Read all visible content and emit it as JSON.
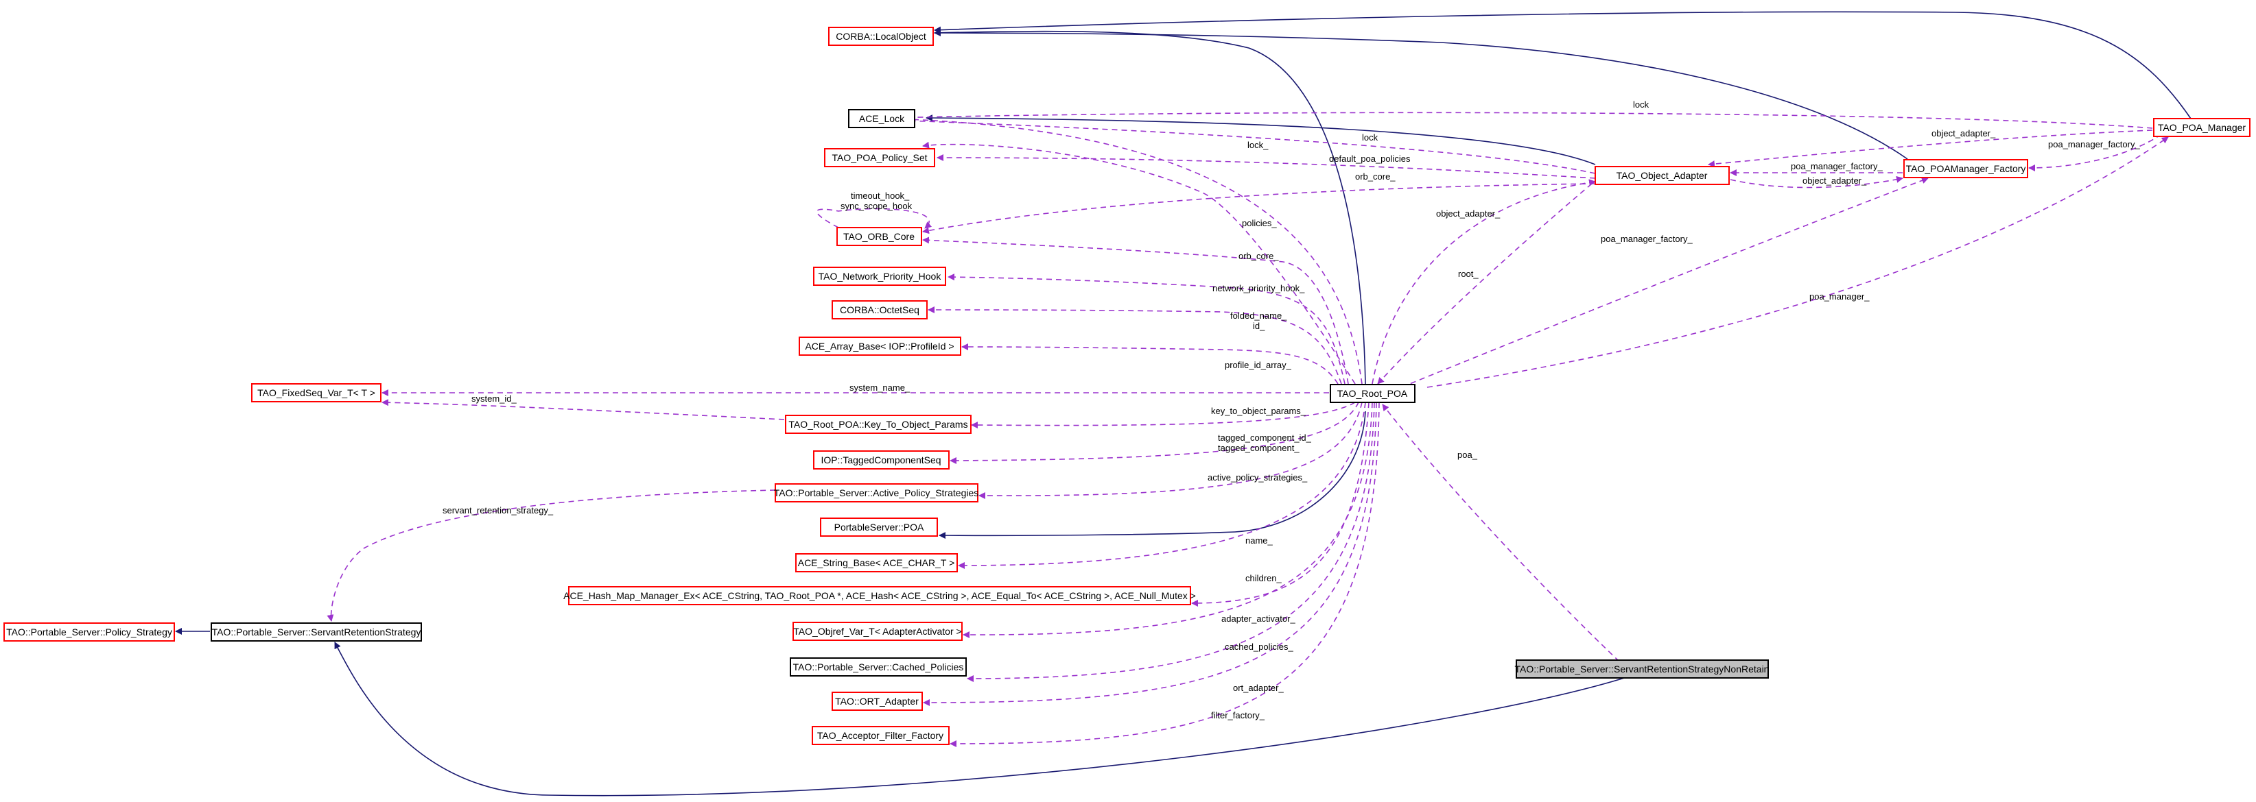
{
  "colors": {
    "inheritance": "#191970",
    "usage": "#9a32cd",
    "node_border_red": "#ff0000",
    "node_border_black": "#000000",
    "highlight_fill": "#bfbfbf"
  },
  "nodes": {
    "corba_localobject": "CORBA::LocalObject",
    "ace_lock": "ACE_Lock",
    "policy_set": "TAO_POA_Policy_Set",
    "orb_core": "TAO_ORB_Core",
    "network_priority_hook": "TAO_Network_Priority_Hook",
    "octetseq": "CORBA::OctetSeq",
    "array_base": "ACE_Array_Base< IOP::ProfileId >",
    "fixedseq": "TAO_FixedSeq_Var_T< T >",
    "key_params": "TAO_Root_POA::Key_To_Object_Params",
    "tagged_component_seq": "IOP::TaggedComponentSeq",
    "active_policy_strategies": "TAO::Portable_Server::Active_Policy_Strategies",
    "portableserver_poa": "PortableServer::POA",
    "string_base": "ACE_String_Base< ACE_CHAR_T >",
    "hash_map": "ACE_Hash_Map_Manager_Ex< ACE_CString, TAO_Root_POA *, ACE_Hash< ACE_CString >, ACE_Equal_To< ACE_CString >, ACE_Null_Mutex >",
    "objref_var": "TAO_Objref_Var_T< AdapterActivator >",
    "cached_policies": "TAO::Portable_Server::Cached_Policies",
    "ort_adapter": "TAO::ORT_Adapter",
    "acceptor_filter_factory": "TAO_Acceptor_Filter_Factory",
    "policy_strategy": "TAO::Portable_Server::Policy_Strategy",
    "servant_retention_strategy": "TAO::Portable_Server::ServantRetentionStrategy",
    "root_poa": "TAO_Root_POA",
    "object_adapter": "TAO_Object_Adapter",
    "poamanager_factory": "TAO_POAManager_Factory",
    "poa_manager": "TAO_POA_Manager",
    "nonretain": "TAO::Portable_Server::ServantRetentionStrategyNonRetain"
  },
  "labels": {
    "lock_1": "lock",
    "lock_2": "lock",
    "lock_3": "lock_",
    "object_adapter_1": "object_adapter_",
    "object_adapter_2": "object_adapter_",
    "object_adapter_3": "object_adapter_",
    "poa_manager_factory_1": "poa_manager_factory_",
    "poa_manager_factory_2": "poa_manager_factory_",
    "poa_manager_factory_3": "poa_manager_factory_",
    "default_poa_policies": "default_poa_policies",
    "orb_core_1": "orb_core_",
    "orb_core_2": "orb_core_",
    "timeout_hook": "timeout_hook_",
    "sync_scope_hook": "sync_scope_hook",
    "policies": "policies_",
    "root": "root_",
    "poa_manager": "poa_manager_",
    "network_priority_hook": "network_priority_hook_",
    "folded_name": "folded_name_",
    "id": "id_",
    "profile_id_array": "profile_id_array_",
    "system_name": "system_name_",
    "system_id": "system_id_",
    "key_to_object_params": "key_to_object_params_",
    "tagged_component_id": "tagged_component_id_",
    "tagged_component": "tagged_component_",
    "active_policy_strategies": "active_policy_strategies_",
    "servant_retention_strategy": "servant_retention_strategy_",
    "poa": "poa_",
    "name": "name_",
    "children": "children_",
    "adapter_activator": "adapter_activator_",
    "cached_policies": "cached_policies_",
    "ort_adapter": "ort_adapter_",
    "filter_factory": "filter_factory_"
  }
}
